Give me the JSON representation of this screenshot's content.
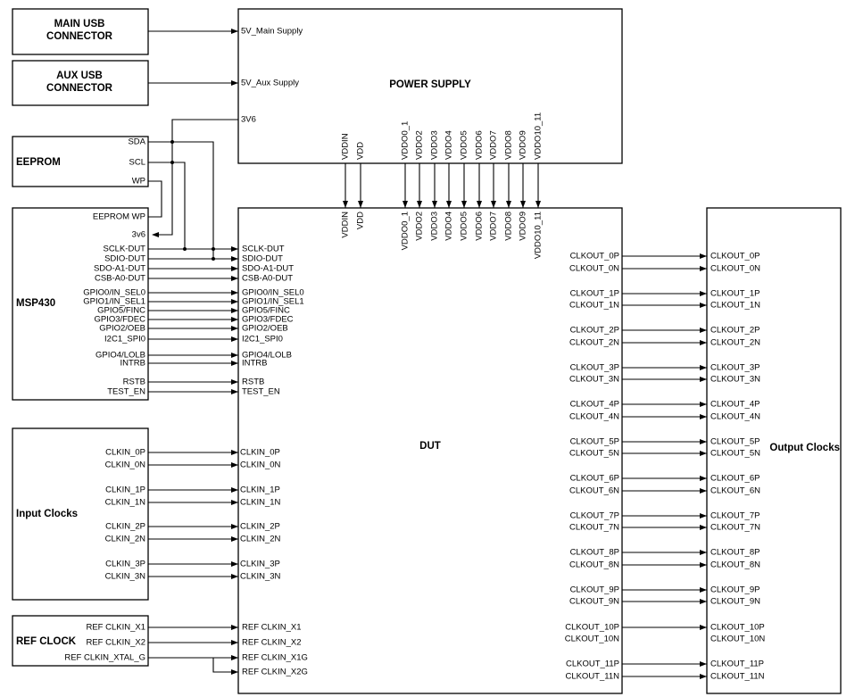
{
  "blocks": {
    "main_usb": {
      "line1": "MAIN USB",
      "line2": "CONNECTOR"
    },
    "aux_usb": {
      "line1": "AUX USB",
      "line2": "CONNECTOR"
    },
    "power_supply": {
      "title": "POWER SUPPLY",
      "inputs": [
        "5V_Main Supply",
        "5V_Aux Supply",
        "3V6"
      ]
    },
    "eeprom": {
      "title": "EEPROM",
      "pins": [
        "SDA",
        "SCL",
        "WP"
      ]
    },
    "msp430": {
      "title": "MSP430",
      "pins": [
        "EEPROM WP",
        "3v6"
      ],
      "signals": [
        "SCLK-DUT",
        "SDIO-DUT",
        "SDO-A1-DUT",
        "CSB-A0-DUT",
        "GPIO0/IN_SEL0",
        "GPIO1/IN_SEL1",
        "GPIO5/FINC",
        "GPIO3/FDEC",
        "GPIO2/OEB",
        "I2C1_SPI0",
        "GPIO4/LOLB",
        "INTRB",
        "RSTB",
        "TEST_EN"
      ]
    },
    "dut": {
      "title": "DUT"
    },
    "input_clocks": {
      "title": "Input Clocks",
      "signals": [
        "CLKIN_0P",
        "CLKIN_0N",
        "CLKIN_1P",
        "CLKIN_1N",
        "CLKIN_2P",
        "CLKIN_2N",
        "CLKIN_3P",
        "CLKIN_3N"
      ]
    },
    "ref_clock": {
      "title": "REF CLOCK",
      "outputs": [
        "REF CLKIN_X1",
        "REF CLKIN_X2",
        "REF CLKIN_XTAL_G"
      ],
      "dut_inputs": [
        "REF CLKIN_X1",
        "REF CLKIN_X2",
        "REF CLKIN_X1G",
        "REF CLKIN_X2G"
      ]
    },
    "output_clocks": {
      "title": "Output Clocks"
    }
  },
  "supplies": [
    "VDDIN",
    "VDD",
    "VDDO0_1",
    "VDDO2",
    "VDDO3",
    "VDDO4",
    "VDDO5",
    "VDDO6",
    "VDDO7",
    "VDDO8",
    "VDDO9",
    "VDDO10_11"
  ],
  "clk_outputs": [
    "CLKOUT_0P",
    "CLKOUT_0N",
    "CLKOUT_1P",
    "CLKOUT_1N",
    "CLKOUT_2P",
    "CLKOUT_2N",
    "CLKOUT_3P",
    "CLKOUT_3N",
    "CLKOUT_4P",
    "CLKOUT_4N",
    "CLKOUT_5P",
    "CLKOUT_5N",
    "CLKOUT_6P",
    "CLKOUT_6N",
    "CLKOUT_7P",
    "CLKOUT_7N",
    "CLKOUT_8P",
    "CLKOUT_8N",
    "CLKOUT_9P",
    "CLKOUT_9N",
    "CLKOUT_10P",
    "CLKOUT_10N",
    "CLKOUT_11P",
    "CLKOUT_11N"
  ],
  "clk_outputs_unconnected": [
    "CLKOUT_10N"
  ]
}
